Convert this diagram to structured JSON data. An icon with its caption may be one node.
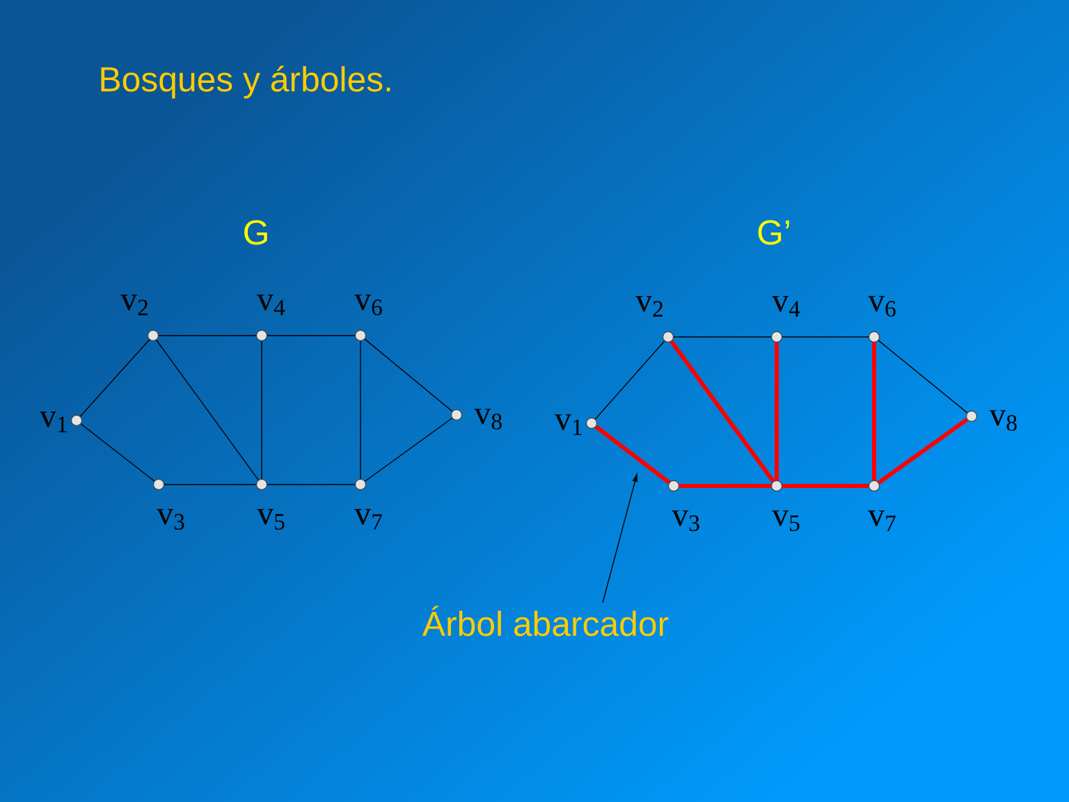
{
  "diagram": {
    "title": "Bosques y árboles.",
    "nodes": [
      {
        "text": [],
        "shape": "circle",
        "beside": [
          "v$_{1}$"
        ]
      },
      {
        "text": [],
        "shape": "circle",
        "beside": [
          "v$_{2}$"
        ]
      },
      {
        "text": [],
        "shape": "circle",
        "beside": [
          "v$_{3}$"
        ]
      },
      {
        "text": [],
        "shape": "circle",
        "beside": [
          "v$_{4}$"
        ]
      },
      {
        "text": [],
        "shape": "circle",
        "beside": [
          "v$_{5}$"
        ]
      },
      {
        "text": [],
        "shape": "circle",
        "beside": [
          "v$_{6}$"
        ]
      },
      {
        "text": [],
        "shape": "circle",
        "beside": [
          "v$_{7}$"
        ]
      },
      {
        "text": [],
        "shape": "circle",
        "beside": [
          "v$_{8}$"
        ]
      },
      {
        "text": [],
        "shape": "circle",
        "beside": [
          "v$_{1}$"
        ]
      },
      {
        "text": [],
        "shape": "circle",
        "beside": [
          "v$_{2}$"
        ]
      },
      {
        "text": [],
        "shape": "circle",
        "beside": [
          "v$_{3}$"
        ]
      },
      {
        "text": [],
        "shape": "circle",
        "beside": [
          "v$_{4}$"
        ]
      },
      {
        "text": [],
        "shape": "circle",
        "beside": [
          "v$_{5}$"
        ]
      },
      {
        "text": [],
        "shape": "circle",
        "beside": [
          "v$_{6}$"
        ]
      },
      {
        "text": [],
        "shape": "circle",
        "beside": [
          "v$_{7}$"
        ]
      },
      {
        "text": [],
        "shape": "circle",
        "beside": [
          "v$_{8}$"
        ]
      },
      {
        "text": [
          "Árbol abarcador"
        ]
      }
    ],
    "edges": [
      {
        "from": 0,
        "to": 1,
        "arrow": "none"
      },
      {
        "from": 0,
        "to": 2,
        "arrow": "none"
      },
      {
        "from": 1,
        "to": 3,
        "arrow": "none"
      },
      {
        "from": 1,
        "to": 4,
        "arrow": "none"
      },
      {
        "from": 2,
        "to": 4,
        "arrow": "none"
      },
      {
        "from": 3,
        "to": 5,
        "arrow": "none"
      },
      {
        "from": 3,
        "to": 4,
        "arrow": "none"
      },
      {
        "from": 4,
        "to": 6,
        "arrow": "none"
      },
      {
        "from": 5,
        "to": 6,
        "arrow": "none"
      },
      {
        "from": 5,
        "to": 7,
        "arrow": "none"
      },
      {
        "from": 6,
        "to": 7,
        "arrow": "none"
      },
      {
        "from": 8,
        "to": 9,
        "arrow": "none"
      },
      {
        "from": 8,
        "to": 10,
        "arrow": "none",
        "style": "thick",
        "color": "#ff0000"
      },
      {
        "from": 9,
        "to": 11,
        "arrow": "none"
      },
      {
        "from": 9,
        "to": 12,
        "arrow": "none",
        "style": "thick",
        "color": "#ff0000"
      },
      {
        "from": 10,
        "to": 12,
        "arrow": "none",
        "style": "thick",
        "color": "#ff0000"
      },
      {
        "from": 11,
        "to": 13,
        "arrow": "none"
      },
      {
        "from": 11,
        "to": 12,
        "arrow": "none",
        "style": "thick",
        "color": "#ff0000"
      },
      {
        "from": 12,
        "to": 14,
        "arrow": "none",
        "style": "thick",
        "color": "#ff0000"
      },
      {
        "from": 13,
        "to": 14,
        "arrow": "none",
        "style": "thick",
        "color": "#ff0000"
      },
      {
        "from": 13,
        "to": 15,
        "arrow": "none"
      },
      {
        "from": 14,
        "to": 15,
        "arrow": "none",
        "style": "thick",
        "color": "#ff0000"
      },
      {
        "from": 16,
        "to": null,
        "arrow": "to"
      }
    ],
    "labels": [
      "G",
      "G’"
    ]
  }
}
